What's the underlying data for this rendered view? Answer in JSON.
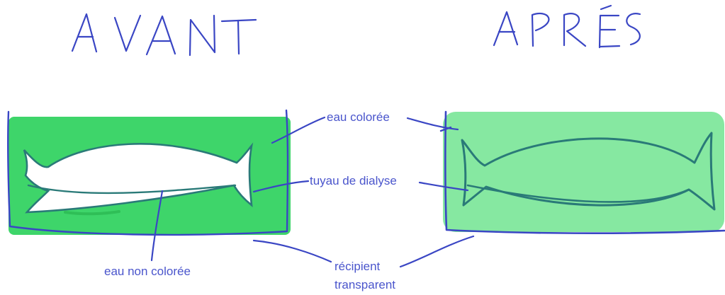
{
  "headings": {
    "before": "AVANT",
    "after": "APRÈS"
  },
  "labels": {
    "colored_water": "eau colorée",
    "dialysis_tube": "tuyau de dialyse",
    "uncolored_water": "eau non colorée",
    "container_line1": "récipient",
    "container_line2": "transparent"
  },
  "colors": {
    "ink": "#3a46c4",
    "label_text": "#4a55cc",
    "water_before": "#3ed56a",
    "water_after": "#86e8a1",
    "water_dark_stroke": "#2fbf57",
    "tube_outline": "#2a7a78",
    "tube_fill_before": "#ffffff"
  }
}
